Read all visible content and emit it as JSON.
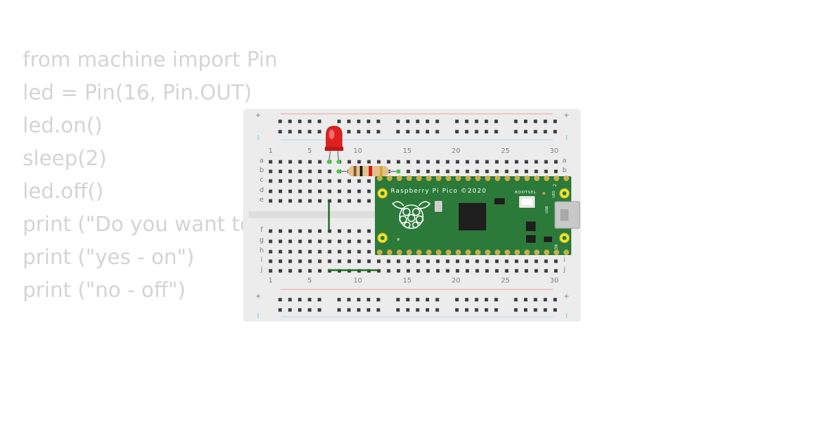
{
  "code": [
    "from machine import Pin",
    "led = Pin(16, Pin.OUT)",
    "led.on()",
    "sleep(2)",
    "led.off()",
    "print (\"Do you want to",
    "print (\"yes - on\")",
    "print (\"no - off\")"
  ],
  "breadboard": {
    "column_numbers": [
      "1",
      "5",
      "10",
      "15",
      "20",
      "25",
      "30"
    ],
    "row_letters_top": [
      "a",
      "b",
      "c",
      "d",
      "e"
    ],
    "row_letters_bottom": [
      "f",
      "g",
      "h",
      "i",
      "j"
    ],
    "plus": "+",
    "minus": "-",
    "rail_plus_color": "#f0a0a0",
    "rail_minus_color": "#a8d8ee"
  },
  "pico": {
    "title": "Raspberry Pi Pico ©2020",
    "bootsel": "BOOTSEL",
    "usb": "USB",
    "led_label": "LED",
    "pin_top": "2",
    "pin_bottom": "39",
    "board_color": "#2b7a3a"
  },
  "led": {
    "color": "#e02020"
  },
  "wire": {
    "color": "#1a6e1a"
  }
}
